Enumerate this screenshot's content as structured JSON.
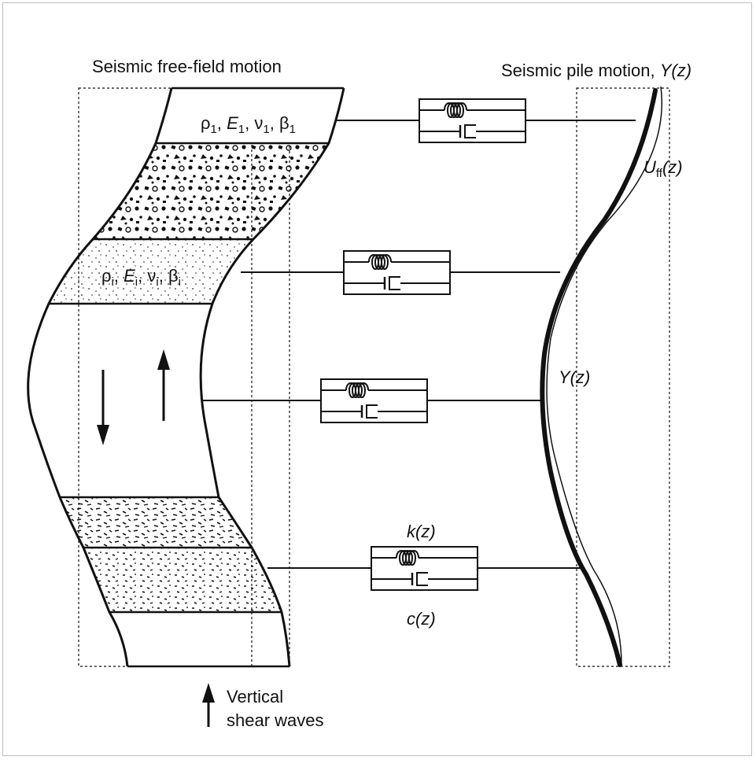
{
  "title_left": "Seismic free-field motion",
  "title_right_prefix": "Seismic pile motion, ",
  "title_right_var": "Y(z)",
  "layer_top": {
    "rho": "ρ",
    "sub1": "1",
    "E": "E",
    "sub2": "1",
    "nu": "ν",
    "sub3": "1",
    "beta": "β",
    "sub4": "1"
  },
  "layer_i": {
    "rho": "ρ",
    "sub1": "i",
    "E": "E",
    "sub2": "i",
    "nu": "ν",
    "sub3": "i",
    "beta": "β",
    "sub4": "i"
  },
  "uff_label": {
    "base": "U",
    "sub": "ff",
    "arg": "(z)"
  },
  "y_label": "Y(z)",
  "k_label": "k(z)",
  "c_label": "c(z)",
  "bottom_label_line1": "Vertical",
  "bottom_label_line2": "shear waves",
  "colors": {
    "ink": "#111111",
    "frame": "#bfbfbf",
    "background": "#ffffff"
  }
}
